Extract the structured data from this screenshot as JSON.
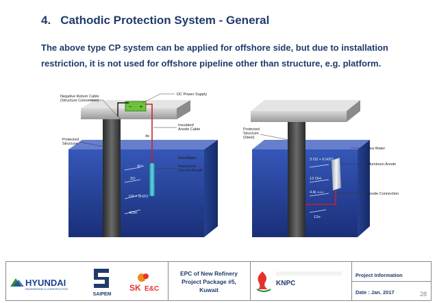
{
  "header": {
    "number": "4.",
    "title": "Cathodic Protection System - General"
  },
  "body": {
    "description": "The above type CP system can be applied for offshore side, but due to installation restriction, it is not used for offshore pipeline other than structure, e.g. platform."
  },
  "figure_left": {
    "labels": {
      "negative_return": "Negative Return Cable",
      "negative_return_sub": "(Structure Connection)",
      "dc_power": "DC Power Supply",
      "insulated": "Insulated",
      "anode_cable": "Anode Cable",
      "protected": "Protected",
      "structure": "Structure",
      "sea_water": "Sea Water",
      "impressed": "Impressed",
      "current_anode": "Current Anode",
      "electron_up": "4e",
      "h_plus": "4H+",
      "o2_left": "2O",
      "o2_h2o": "O2 + 2H2O",
      "oh_minus": "4OH-"
    }
  },
  "figure_right": {
    "labels": {
      "protected": "Protected",
      "structure": "Structure",
      "steel": "(Steel)",
      "sea_water": "Sea Water",
      "aluminum_anode": "Aluminum Anode",
      "anode_connection": "Anode Connection",
      "o2_reaction": "3 O2 + 6 H2O",
      "oh": "12 OH-",
      "al": "4 Al +++",
      "electrons": "12e-"
    }
  },
  "footer": {
    "hyundai": "HYUNDAI",
    "hyundai_sub": "ENGINEERING & CONSTRUCTION",
    "saipem": "SAIPEM",
    "sk": "SK",
    "sk_ec": "E&C",
    "project_line1": "EPC of New Refinery",
    "project_line2": "Project Package #5,",
    "project_line3": "Kuwait",
    "knpc": "KNPC",
    "project_info": "Project Information",
    "date": "Date : Jan. 2017",
    "page": "28"
  },
  "colors": {
    "title": "#1f3a6b",
    "water": "#2b4aa8",
    "cable_red": "#cc1f2a",
    "power_green": "#6cc23a"
  }
}
